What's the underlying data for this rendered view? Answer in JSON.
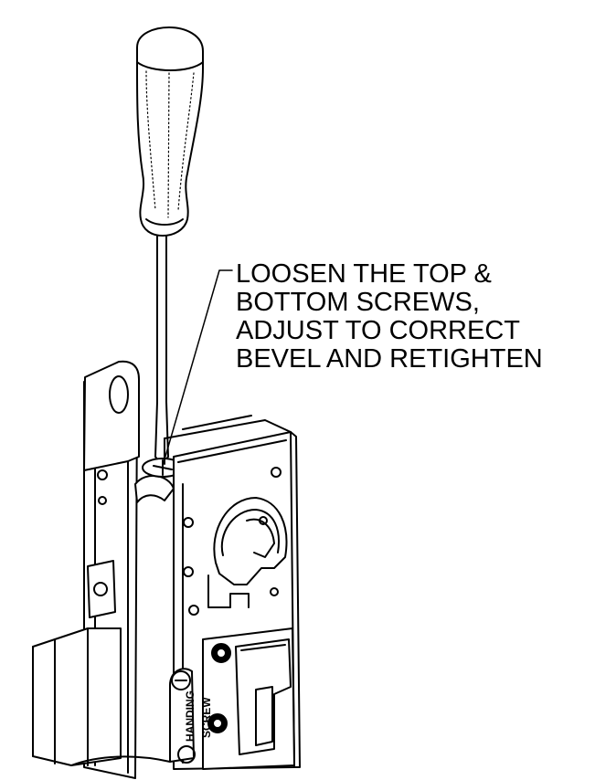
{
  "callout": {
    "lines": [
      "LOOSEN THE TOP &",
      "BOTTOM SCREWS,",
      "ADJUST TO CORRECT",
      "BEVEL AND RETIGHTEN"
    ]
  },
  "lock_labels": {
    "handing": "HANDING",
    "screw": "SCREW"
  },
  "colors": {
    "line": "#000000",
    "background": "#ffffff"
  }
}
